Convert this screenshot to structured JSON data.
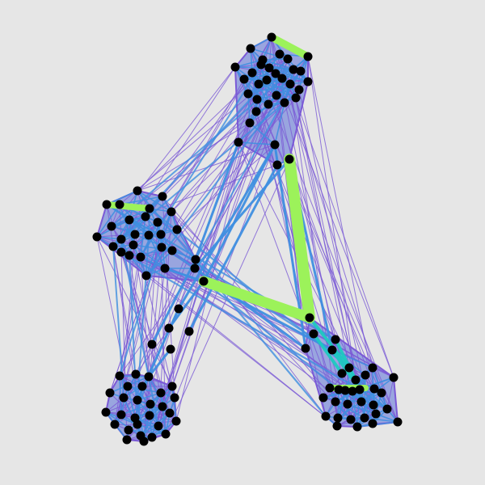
{
  "diagram": {
    "type": "network-graph",
    "background": "#e6e6e6",
    "node_color": "#000000",
    "edge_colors": {
      "weak": "#7b5ad6",
      "medium": "#3f8fe0",
      "strong": "#1ec9c0",
      "strongest": "#9cf25a"
    },
    "clusters": [
      {
        "id": "top"
      },
      {
        "id": "left"
      },
      {
        "id": "bottom-left"
      },
      {
        "id": "bottom-right"
      }
    ]
  }
}
